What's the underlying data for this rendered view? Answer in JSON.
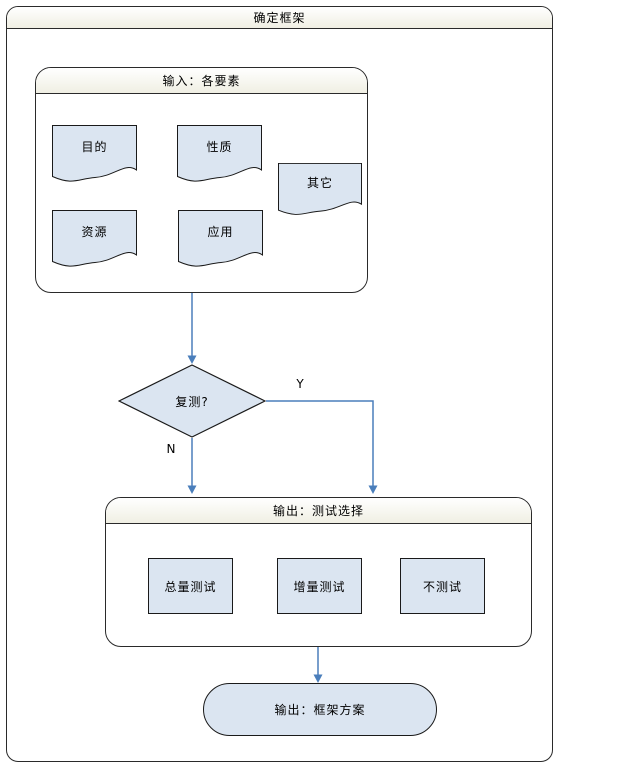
{
  "diagram": {
    "title": "确定框架",
    "input_group": {
      "title": "输入：各要素",
      "items": [
        {
          "label": "目的"
        },
        {
          "label": "性质"
        },
        {
          "label": "其它"
        },
        {
          "label": "资源"
        },
        {
          "label": "应用"
        }
      ]
    },
    "decision": {
      "label": "复测?",
      "yes_label": "Y",
      "no_label": "N"
    },
    "output_group": {
      "title": "输出：测试选择",
      "items": [
        {
          "label": "总量测试"
        },
        {
          "label": "增量测试"
        },
        {
          "label": "不测试"
        }
      ]
    },
    "terminal": {
      "label": "输出：框架方案"
    },
    "colors": {
      "shape_fill": "#dbe5f1",
      "shape_border": "#1a1a1a",
      "connector": "#4a7ebb",
      "header_gradient_top": "#ffffff",
      "header_gradient_bottom": "#f0efe3"
    }
  }
}
